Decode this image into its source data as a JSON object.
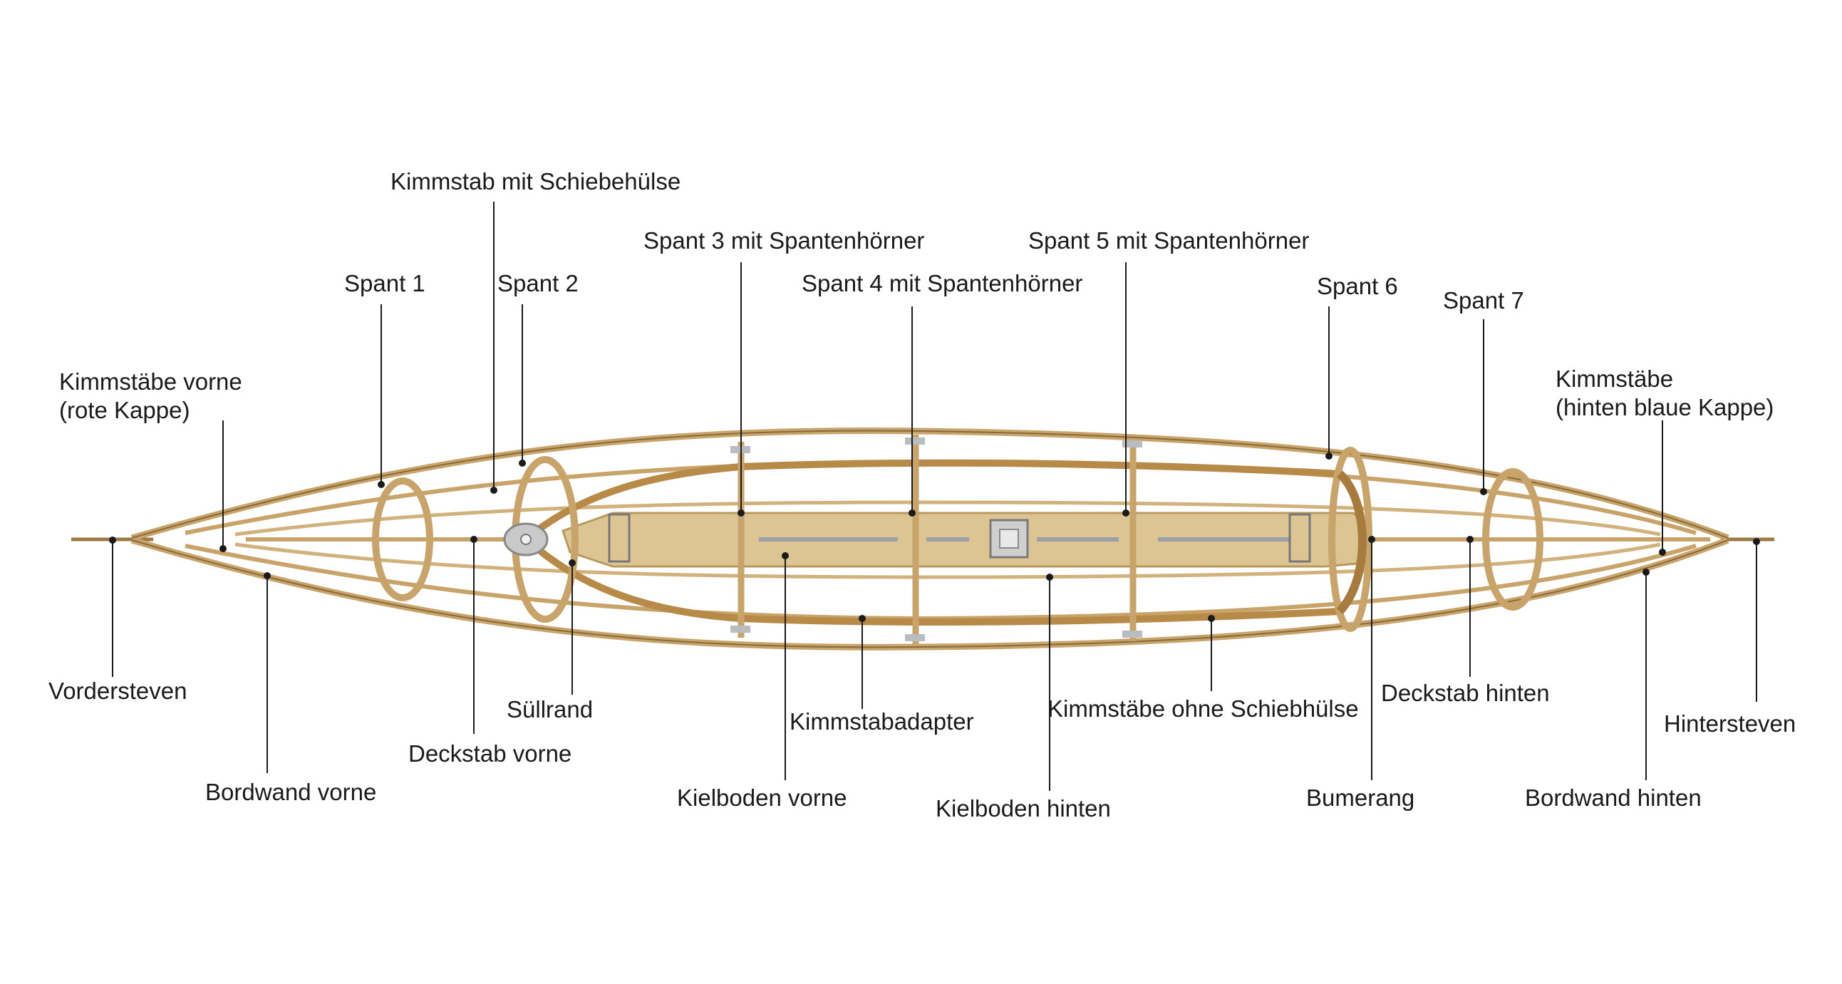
{
  "colors": {
    "frame_wood": "#c8a46a",
    "frame_wood_dark": "#8a6a3a",
    "keel_board": "#dcc592",
    "keel_board_edge": "#b89a5e",
    "metal": "#b9bcc0",
    "leader_line": "#1a1a1a"
  },
  "labels": {
    "kimmstab_schiebehuelse": "Kimmstab mit Schiebehülse",
    "spant3": "Spant 3 mit Spantenhörner",
    "spant5": "Spant 5 mit Spantenhörner",
    "spant1": "Spant 1",
    "spant2": "Spant 2",
    "spant4": "Spant 4 mit Spantenhörner",
    "spant6": "Spant 6",
    "spant7": "Spant 7",
    "kimmstaebe_vorne_1": "Kimmstäbe vorne",
    "kimmstaebe_vorne_2": "(rote Kappe)",
    "kimmstaebe_hinten_1": "Kimmstäbe",
    "kimmstaebe_hinten_2": "(hinten blaue Kappe)",
    "vordersteven": "Vordersteven",
    "suellrand": "Süllrand",
    "deckstab_vorne": "Deckstab vorne",
    "bordwand_vorne": "Bordwand vorne",
    "kimmstabadapter": "Kimmstabadapter",
    "kielboden_vorne": "Kielboden vorne",
    "kielboden_hinten": "Kielboden hinten",
    "kimmstaebe_ohne": "Kimmstäbe ohne Schiebhülse",
    "deckstab_hinten": "Deckstab hinten",
    "bumerang": "Bumerang",
    "bordwand_hinten": "Bordwand hinten",
    "hintersteven": "Hintersteven"
  }
}
